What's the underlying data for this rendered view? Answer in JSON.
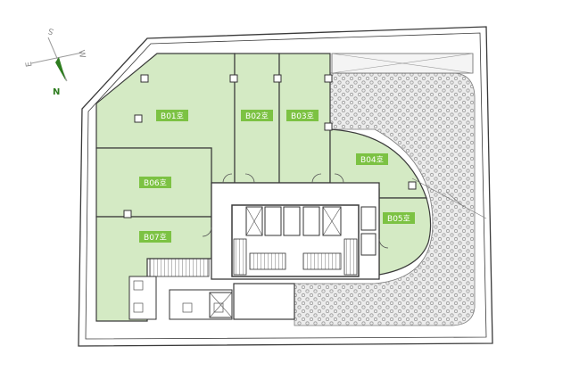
{
  "compass": {
    "north": "N",
    "south": "S",
    "east": "E",
    "west": "W"
  },
  "units": [
    {
      "id": "B01",
      "label": "B01호"
    },
    {
      "id": "B02",
      "label": "B02호"
    },
    {
      "id": "B03",
      "label": "B03호"
    },
    {
      "id": "B04",
      "label": "B04호"
    },
    {
      "id": "B05",
      "label": "B05호"
    },
    {
      "id": "B06",
      "label": "B06호"
    },
    {
      "id": "B07",
      "label": "B07호"
    }
  ],
  "colors": {
    "unit_fill": "#d4eac4",
    "unit_label_bg": "#7cc243",
    "unit_label_text": "#ffffff",
    "wall": "#3a3a3a",
    "courtyard_fill": "#e8e8e8",
    "north_arrow": "#2e7d1f",
    "compass_letters": "#888888"
  }
}
